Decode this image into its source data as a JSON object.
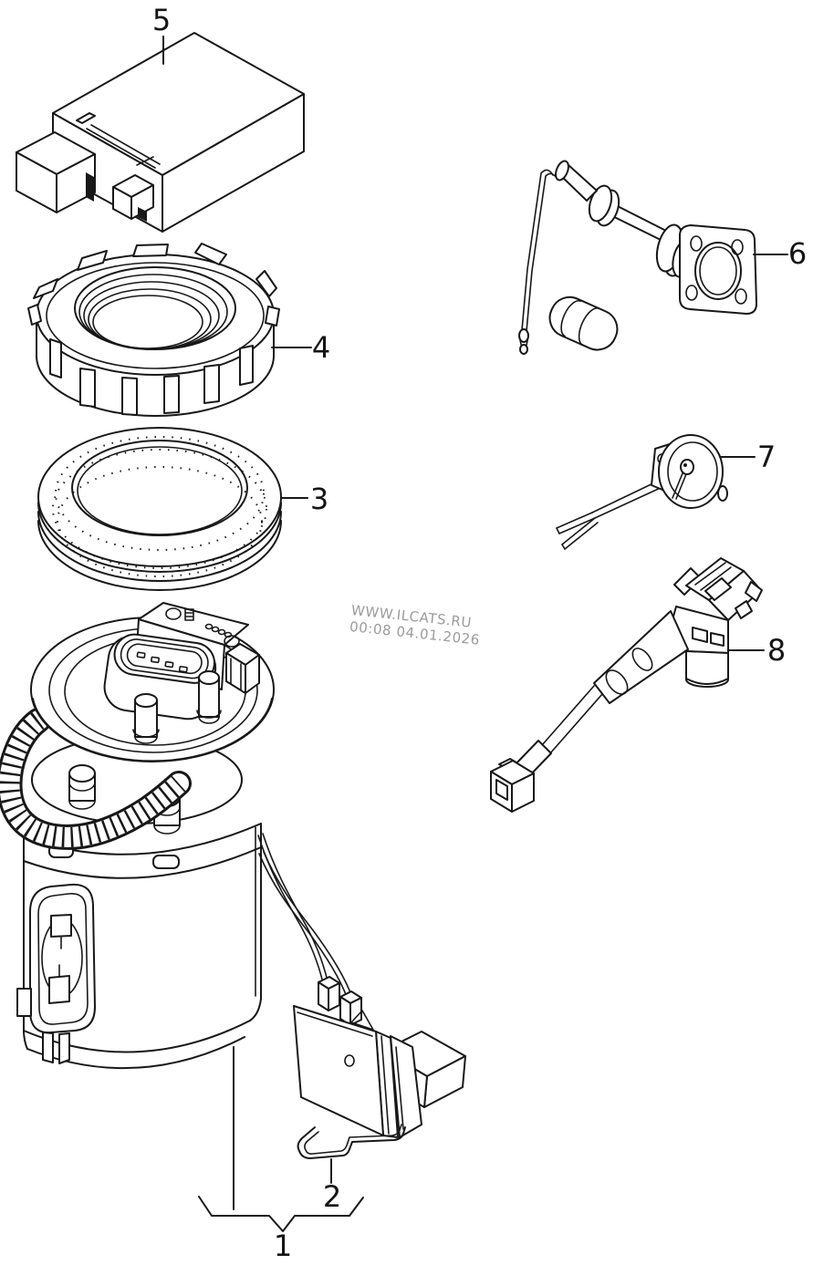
{
  "diagram": {
    "callouts": [
      {
        "label": "1"
      },
      {
        "label": "2"
      },
      {
        "label": "3"
      },
      {
        "label": "4"
      },
      {
        "label": "5"
      },
      {
        "label": "6"
      },
      {
        "label": "7"
      },
      {
        "label": "8"
      }
    ],
    "watermark": {
      "line1": "WWW.ILCATS.RU",
      "line2": "00:08 04.01.2026"
    },
    "colors": {
      "line": "#181818",
      "background": "#ffffff",
      "watermark": "#9b9b9b"
    }
  }
}
